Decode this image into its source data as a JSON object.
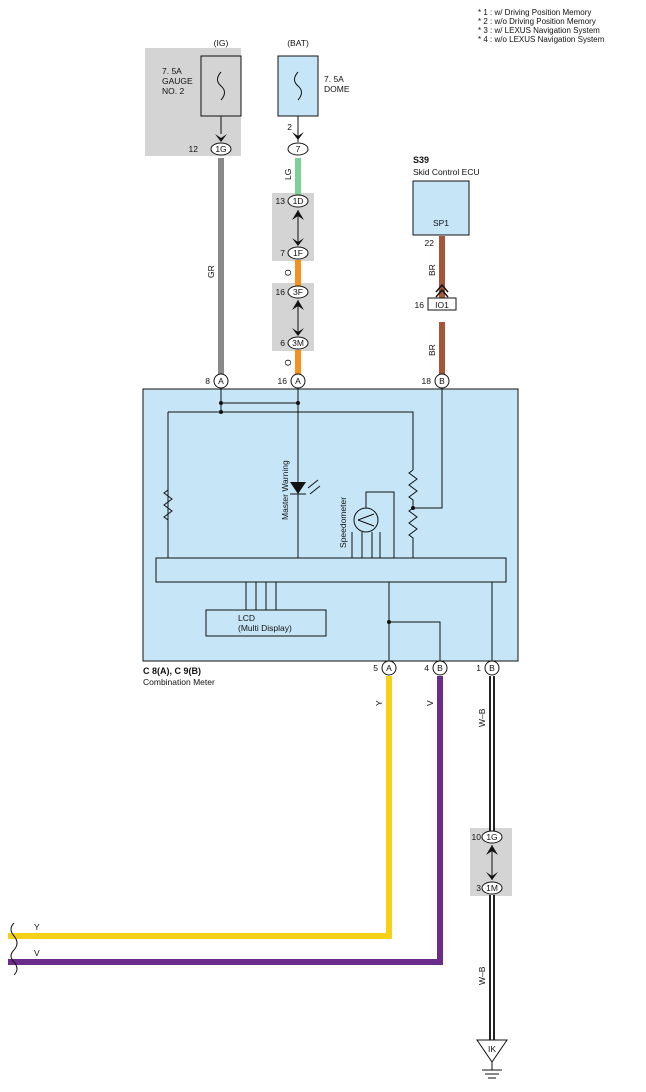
{
  "legend": [
    "* 1 : w/ Driving Position Memory",
    "* 2 : w/o Driving Position Memory",
    "* 3 : w/ LEXUS Navigation System",
    "* 4 : w/o LEXUS Navigation System"
  ],
  "fuse_ig": {
    "source": "(IG)",
    "line1": "7. 5A",
    "line2": "GAUGE",
    "line3": "NO. 2"
  },
  "fuse_bat": {
    "source": "(BAT)",
    "line1": "7. 5A",
    "line2": "DOME"
  },
  "ecu": {
    "code": "S39",
    "name": "Skid Control ECU",
    "terminal": "SP1"
  },
  "meter": {
    "code": "C 8(A), C 9(B)",
    "name": "Combination Meter",
    "lcd_line1": "LCD",
    "lcd_line2": "(Multi Display)",
    "master_warning": "Master Warning",
    "speedometer": "Speedometer"
  },
  "connectors": {
    "ig_pin": "12",
    "ig_conn": "1G",
    "bat_pin_top": "2",
    "bat_pin": "7",
    "c1d_pin": "13",
    "c1d": "1D",
    "c1f_pin": "7",
    "c1f": "1F",
    "c3f_pin": "16",
    "c3f": "3F",
    "c3m_pin": "6",
    "c3m": "3M",
    "ecu_pin": "22",
    "io1_pin": "16",
    "io1": "IO1",
    "a8_pin": "8",
    "a16_pin": "16",
    "b18_pin": "18",
    "a5_pin": "5",
    "b4_pin": "4",
    "b1_pin": "1",
    "c1g_pin": "10",
    "c1g": "1G",
    "c1m_pin": "3",
    "c1m": "1M",
    "ground": "IK",
    "a": "A",
    "b": "B"
  },
  "wires": {
    "gr": "GR",
    "lg": "LG",
    "o1": "O",
    "o2": "O",
    "br1": "BR",
    "br2": "BR",
    "y": "Y",
    "v": "V",
    "wb1": "W–B",
    "wb2": "W–B",
    "y_end": "Y",
    "v_end": "V"
  },
  "colors": {
    "gr": "#8a8a8a",
    "lg": "#7ccf96",
    "o": "#f5921e",
    "br": "#a5563a",
    "y": "#f7d117",
    "v": "#6a2b8a",
    "wb": "#333333",
    "box": "#c6e6f7",
    "fusebg": "#d4d4d4"
  }
}
